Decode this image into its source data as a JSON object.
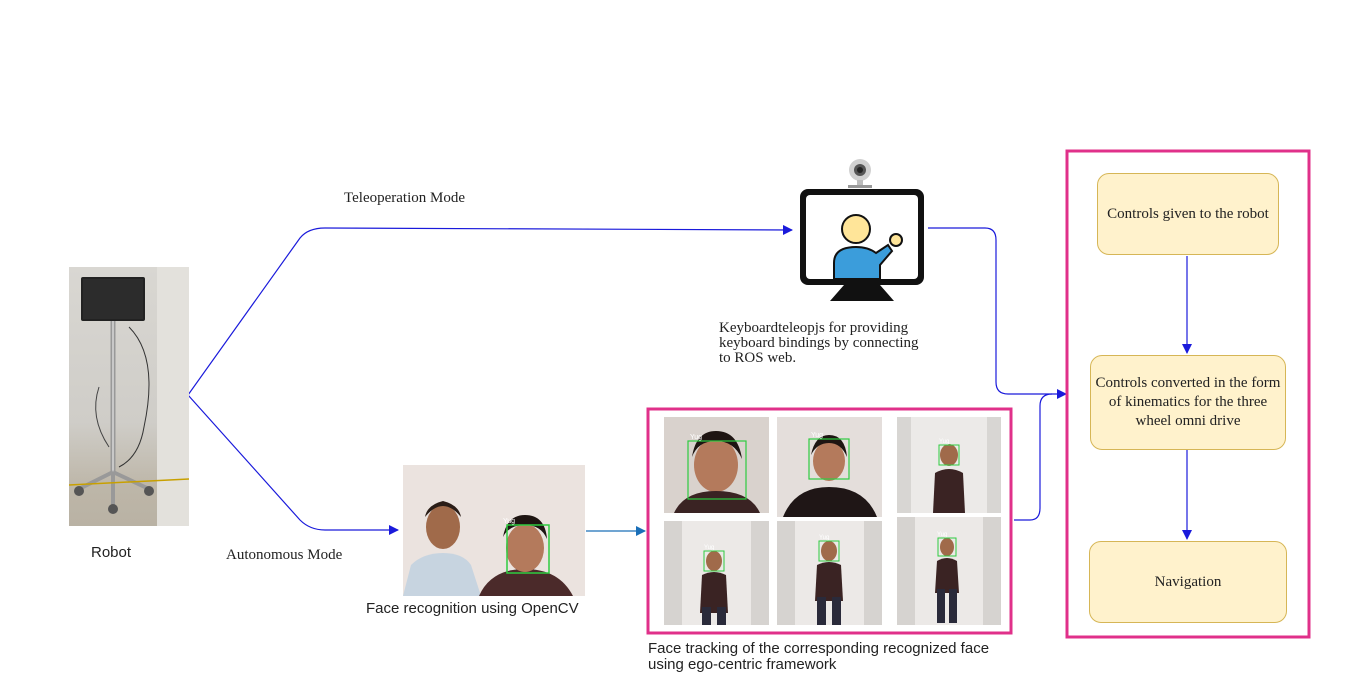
{
  "labels": {
    "robot": "Robot",
    "teleop_mode": "Teleoperation Mode",
    "autonomous_mode": "Autonomous Mode",
    "keyboard_desc_1": "Keyboardteleopjs  for providing",
    "keyboard_desc_2": "keyboard bindings by connecting",
    "keyboard_desc_3": "to ROS web.",
    "face_recognition": "Face recognition using OpenCV",
    "face_tracking_1": "Face tracking of the corresponding recognized face",
    "face_tracking_2": "using ego-centric framework",
    "face_tag": "Yug"
  },
  "flow_boxes": {
    "controls_given": "Controls given to the robot",
    "kinematics": "Controls converted in the form of kinematics for the three wheel omni drive",
    "navigation": "Navigation"
  },
  "colors": {
    "arrow_blue": "#1a1adb",
    "frame_pink": "#e0308a",
    "box_fill": "#fff2cc",
    "box_stroke": "#d6b656",
    "detect_green": "#2ecc40"
  }
}
